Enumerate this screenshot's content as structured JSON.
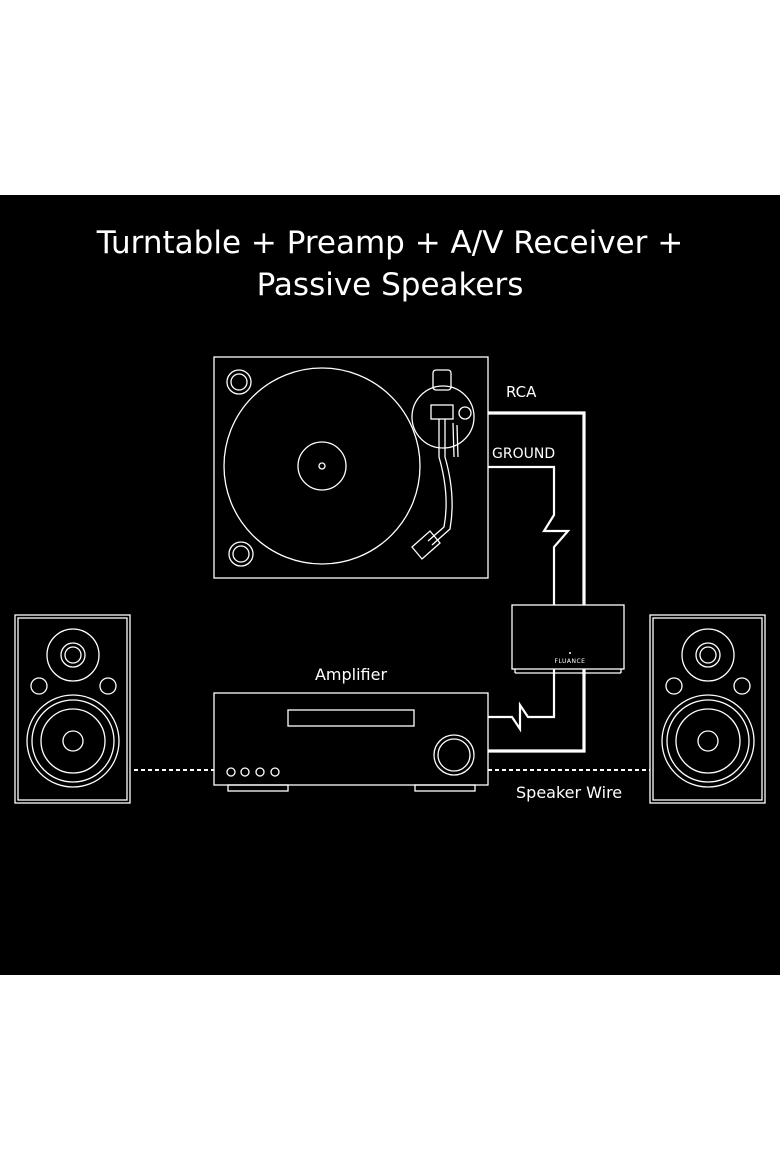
{
  "title": {
    "line1": "Turntable + Preamp + A/V Receiver +",
    "line2": "Passive Speakers"
  },
  "labels": {
    "rca": "RCA",
    "ground": "GROUND",
    "amplifier": "Amplifier",
    "speaker_wire": "Speaker Wire",
    "preamp_brand": "FLUANCE"
  },
  "colors": {
    "background": "#000000",
    "line": "#ffffff"
  }
}
